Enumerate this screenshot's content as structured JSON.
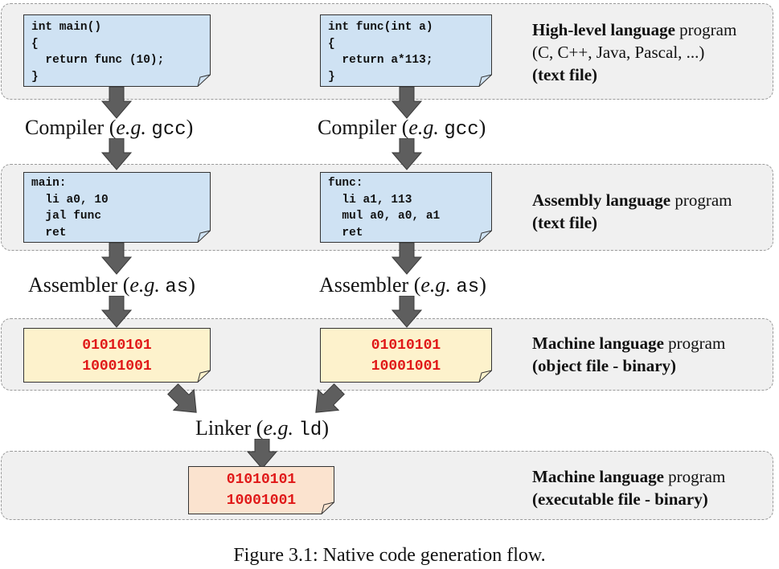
{
  "colors": {
    "source_fill": "#cfe2f3",
    "object_fill": "#fdf2cc",
    "exec_fill": "#fbe3cf",
    "arrow_fill": "#5e5e5e",
    "binary_text": "#e01818"
  },
  "tiers": {
    "high_level": {
      "left_code": "int main()\n{\n  return func (10);\n}",
      "right_code": "int func(int a)\n{\n  return a*113;\n}",
      "desc_bold": "High-level language",
      "desc_rest": " program",
      "desc_line2": "(C, C++, Java, Pascal, ...)",
      "desc_line3": "(text file)"
    },
    "compiler": {
      "label": "Compiler (",
      "eg": "e.g.",
      "tool": "gcc",
      "close": ")"
    },
    "assembly": {
      "left_code": "main:\n  li a0, 10\n  jal func\n  ret",
      "right_code": "func:\n  li a1, 113\n  mul a0, a0, a1\n  ret",
      "desc_bold": "Assembly language",
      "desc_rest": " program",
      "desc_line2": "(text file)"
    },
    "assembler": {
      "label": "Assembler (",
      "eg": "e.g.",
      "tool": "as",
      "close": ")"
    },
    "object": {
      "left_bin": "01010101\n10001001",
      "right_bin": "01010101\n10001001",
      "desc_bold": "Machine language",
      "desc_rest": " program",
      "desc_line2": "(object file - binary)"
    },
    "linker": {
      "label": "Linker (",
      "eg": "e.g.",
      "tool": "ld",
      "close": ")"
    },
    "executable": {
      "bin": "01010101\n10001001",
      "desc_bold": "Machine language",
      "desc_rest": " program",
      "desc_line2": "(executable file - binary)"
    }
  },
  "caption": "Figure 3.1: Native code generation flow."
}
